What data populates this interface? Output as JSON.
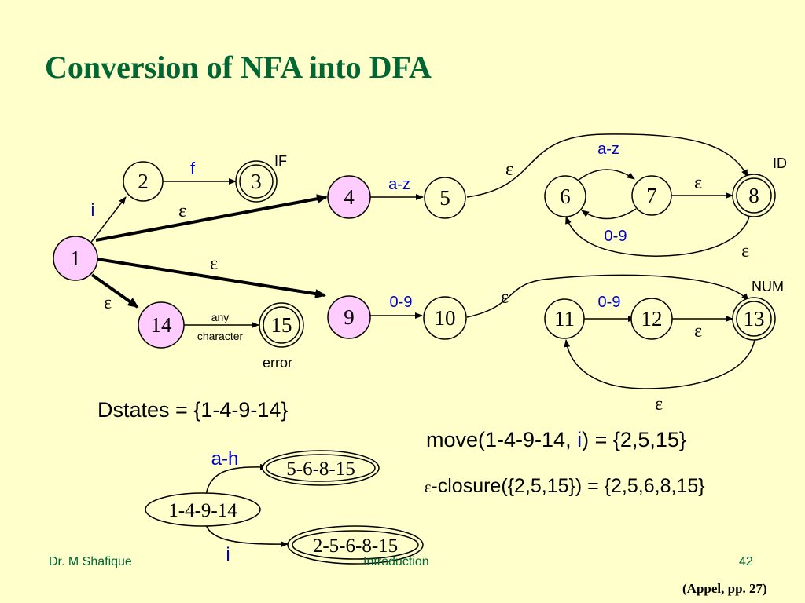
{
  "title": "Conversion of NFA into DFA",
  "colors": {
    "background": "#FFFFCC",
    "title": "#006633",
    "highlighted_state": "#FFCCFF",
    "label_blue": "#0000CC"
  },
  "nfa": {
    "states": [
      {
        "id": "1",
        "highlighted": true,
        "accepting": false
      },
      {
        "id": "2",
        "highlighted": false,
        "accepting": false
      },
      {
        "id": "3",
        "highlighted": false,
        "accepting": true
      },
      {
        "id": "4",
        "highlighted": true,
        "accepting": false
      },
      {
        "id": "5",
        "highlighted": false,
        "accepting": false
      },
      {
        "id": "6",
        "highlighted": false,
        "accepting": false
      },
      {
        "id": "7",
        "highlighted": false,
        "accepting": false
      },
      {
        "id": "8",
        "highlighted": false,
        "accepting": true
      },
      {
        "id": "9",
        "highlighted": true,
        "accepting": false
      },
      {
        "id": "10",
        "highlighted": false,
        "accepting": false
      },
      {
        "id": "11",
        "highlighted": false,
        "accepting": false
      },
      {
        "id": "12",
        "highlighted": false,
        "accepting": false
      },
      {
        "id": "13",
        "highlighted": false,
        "accepting": true
      },
      {
        "id": "14",
        "highlighted": true,
        "accepting": false
      },
      {
        "id": "15",
        "highlighted": false,
        "accepting": true
      }
    ],
    "token_labels": {
      "if": "IF",
      "id": "ID",
      "num": "NUM",
      "error": "error"
    },
    "transitions": [
      {
        "from": "1",
        "to": "2",
        "label": "i"
      },
      {
        "from": "2",
        "to": "3",
        "label": "f"
      },
      {
        "from": "1",
        "to": "4",
        "label": "ε"
      },
      {
        "from": "4",
        "to": "5",
        "label": "a-z"
      },
      {
        "from": "5",
        "to": "8",
        "label": "ε"
      },
      {
        "from": "6",
        "to": "7",
        "label": "a-z"
      },
      {
        "from": "7",
        "to": "8",
        "label": "ε"
      },
      {
        "from": "7",
        "to": "6",
        "label": "0-9"
      },
      {
        "from": "8",
        "to": "6",
        "label": "ε"
      },
      {
        "from": "1",
        "to": "9",
        "label": "ε"
      },
      {
        "from": "9",
        "to": "10",
        "label": "0-9"
      },
      {
        "from": "10",
        "to": "13",
        "label": "ε"
      },
      {
        "from": "11",
        "to": "12",
        "label": "0-9"
      },
      {
        "from": "12",
        "to": "13",
        "label": "ε"
      },
      {
        "from": "13",
        "to": "11",
        "label": "ε"
      },
      {
        "from": "1",
        "to": "14",
        "label": "ε"
      },
      {
        "from": "14",
        "to": "15",
        "label_line1": "any",
        "label_line2": "character"
      }
    ]
  },
  "dstates": "Dstates = {1-4-9-14}",
  "move": {
    "prefix": "move(1-4-9-14, ",
    "symbol": "i",
    "suffix": ") = {2,5,15}"
  },
  "closure": {
    "eps": "ε",
    "text": "-closure({2,5,15}) = {2,5,6,8,15}"
  },
  "dfa": {
    "start": "1-4-9-14",
    "targets": [
      {
        "label": "a-h",
        "state": "5-6-8-15"
      },
      {
        "label": "i",
        "state": "2-5-6-8-15"
      }
    ]
  },
  "footer": {
    "author": "Dr. M  Shafique",
    "course": "Introduction",
    "page": "42"
  },
  "citation": "(Appel, pp. 27)"
}
